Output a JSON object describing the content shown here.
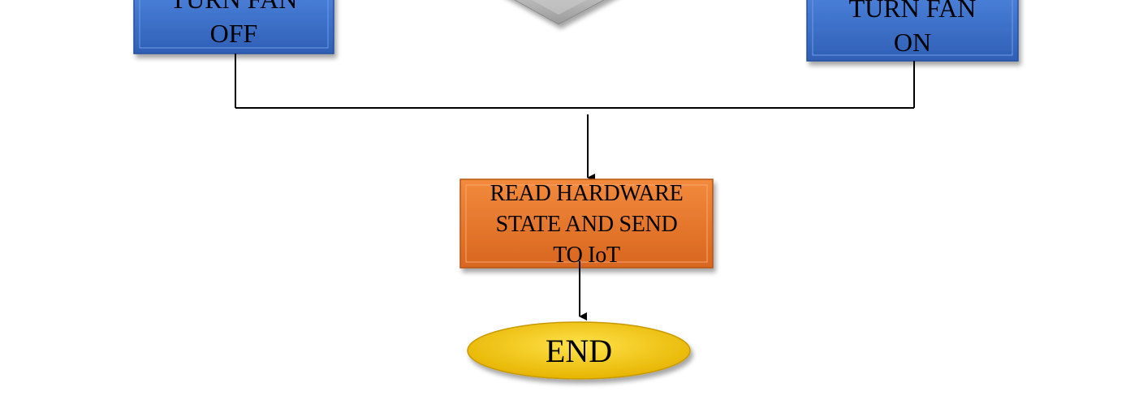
{
  "nodes": {
    "turn_fan_off": "TURN FAN\nOFF",
    "turn_fan_on": "TURN FAN\nON",
    "read_hardware": "READ HARDWARE\nSTATE AND SEND\nTO IoT",
    "end": "END"
  },
  "colors": {
    "process_blue": "#3a6cc8",
    "process_orange": "#e8762d",
    "terminal_yellow": "#f3c400",
    "decision_gray": "#b8b8b8",
    "connector": "#000000"
  }
}
